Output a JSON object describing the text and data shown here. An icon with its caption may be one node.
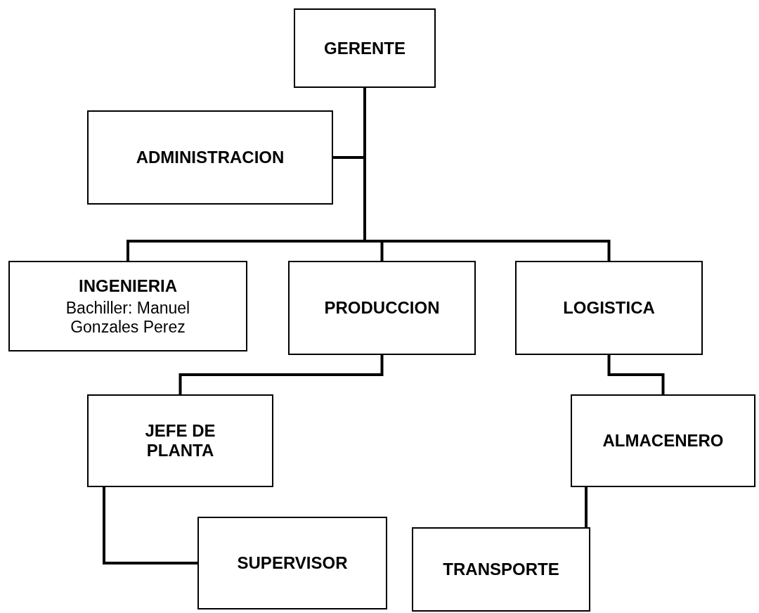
{
  "diagram": {
    "nodes": [
      {
        "text": [
          "GERENTE"
        ]
      },
      {
        "text": [
          "ADMINISTRACION"
        ]
      },
      {
        "text": [
          "INGENIERIA",
          "Bachiller: Manuel Gonzales Perez"
        ]
      },
      {
        "text": [
          "PRODUCCION"
        ]
      },
      {
        "text": [
          "LOGISTICA"
        ]
      },
      {
        "text": [
          "JEFE DE PLANTA"
        ]
      },
      {
        "text": [
          "ALMACENERO"
        ]
      },
      {
        "text": [
          "SUPERVISOR"
        ]
      },
      {
        "text": [
          "TRANSPORTE"
        ]
      }
    ],
    "edges": [
      {
        "from": 0,
        "to": 1,
        "arrow": "none"
      },
      {
        "from": 0,
        "to": 2,
        "arrow": "none"
      },
      {
        "from": 0,
        "to": 3,
        "arrow": "none"
      },
      {
        "from": 0,
        "to": 4,
        "arrow": "none"
      },
      {
        "from": 3,
        "to": 5,
        "arrow": "none"
      },
      {
        "from": 4,
        "to": 6,
        "arrow": "none"
      },
      {
        "from": 5,
        "to": 7,
        "arrow": "none"
      },
      {
        "from": 6,
        "to": 8,
        "arrow": "none"
      }
    ]
  }
}
